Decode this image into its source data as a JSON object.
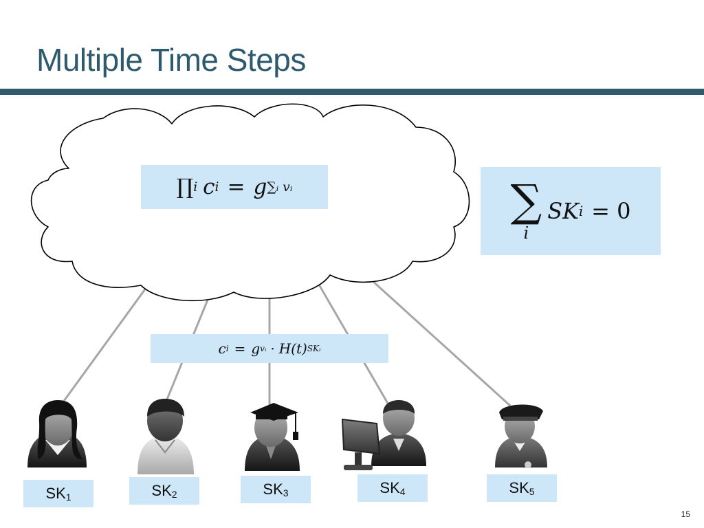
{
  "slide": {
    "title": "Multiple Time Steps",
    "page_number": "15"
  },
  "equations": {
    "product": {
      "lhs_op": "∏",
      "lhs_index": "i",
      "lhs_var": "c",
      "lhs_sub": "i",
      "equals": "=",
      "rhs_base": "g",
      "rhs_exp": "∑ᵢ vᵢ"
    },
    "key_sum": {
      "op": "∑",
      "index": "i",
      "var": "SK",
      "sub": "i",
      "equals": "= 0"
    },
    "ciphertext": {
      "lhs": "c",
      "lhs_sub": "i",
      "equals": "=",
      "g": "g",
      "g_exp": "vᵢ",
      "dot": "·",
      "hash": "H(t)",
      "hash_exp": "SKᵢ"
    }
  },
  "users": [
    {
      "label": "SK",
      "sub": "1",
      "icon": "female-user-icon"
    },
    {
      "label": "SK",
      "sub": "2",
      "icon": "male-user-icon"
    },
    {
      "label": "SK",
      "sub": "3",
      "icon": "graduate-user-icon"
    },
    {
      "label": "SK",
      "sub": "4",
      "icon": "computer-user-icon"
    },
    {
      "label": "SK",
      "sub": "5",
      "icon": "police-user-icon"
    }
  ],
  "colors": {
    "title": "#2e5a6e",
    "rule": "#2e5a6e",
    "box_fill": "#cde6f8",
    "connector": "#a6a6a6"
  }
}
